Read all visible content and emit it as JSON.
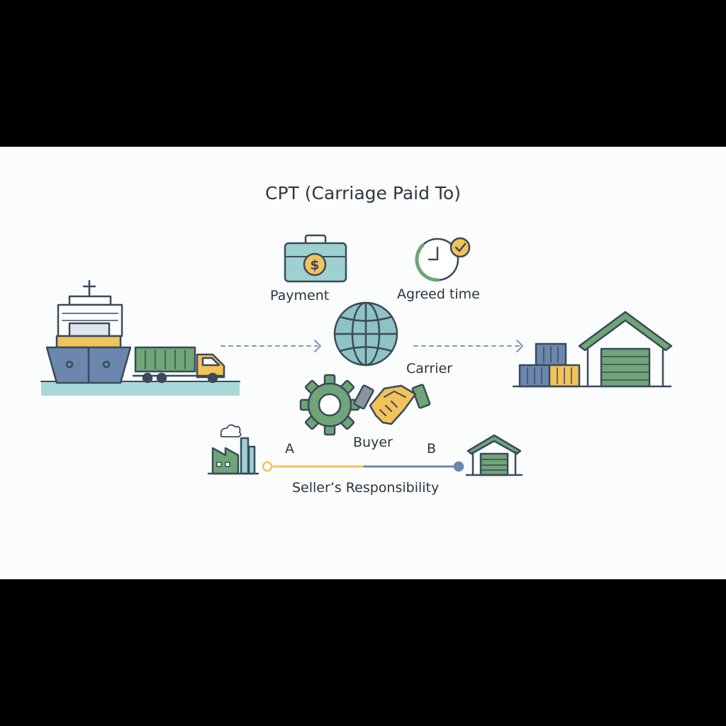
{
  "title": "CPT (Carriage Paid To)",
  "labels": {
    "payment": "Payment",
    "agreed_time": "Agreed time",
    "carrier": "Carrier",
    "buyer": "Buyer",
    "point_a": "A",
    "point_b": "B",
    "responsibility": "Seller’s Responsibility"
  },
  "icons": [
    "cargo-ship-icon",
    "truck-icon",
    "briefcase-dollar-icon",
    "clock-check-icon",
    "globe-icon",
    "gear-icon",
    "handshake-icon",
    "factory-icon",
    "containers-icon",
    "warehouse-icon",
    "small-warehouse-icon"
  ],
  "colors": {
    "navy": "#3b4a5c",
    "blue": "#6b87ad",
    "teal": "#9fd0d0",
    "green": "#6fa577",
    "yellow": "#f1c35a",
    "arrow": "#7c9bb0"
  }
}
